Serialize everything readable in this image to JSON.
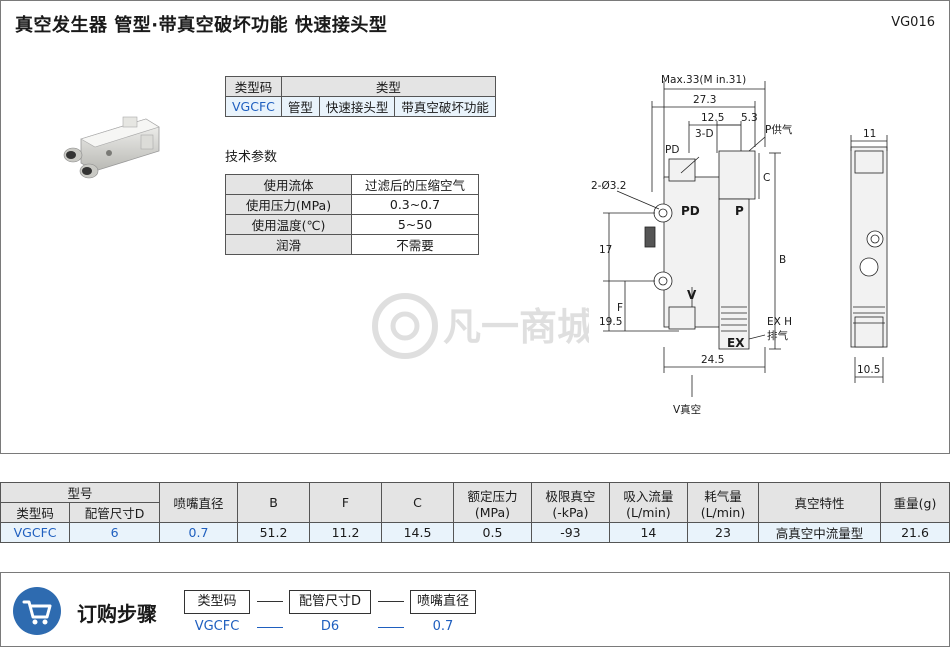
{
  "header": {
    "title": "真空发生器  管型·带真空破坏功能  快速接头型",
    "code": "VG016"
  },
  "type_table": {
    "col1": "类型码",
    "col2": "类型",
    "code": "VGCFC",
    "features": [
      "管型",
      "快速接头型",
      "带真空破坏功能"
    ]
  },
  "spec": {
    "heading": "技术参数",
    "rows": [
      {
        "label": "使用流体",
        "value": "过滤后的压缩空气"
      },
      {
        "label": "使用压力(MPa)",
        "value": "0.3~0.7"
      },
      {
        "label": "使用温度(℃)",
        "value": "5~50"
      },
      {
        "label": "润滑",
        "value": "不需要"
      }
    ]
  },
  "drawing": {
    "max_dim": "Max.33(M in.31)",
    "d27": "27.3",
    "d125": "12.5",
    "d53": "5.3",
    "d3d": "3-D",
    "p_supply": "P供气",
    "pd": "PD",
    "c": "C",
    "hole": "2-Ø3.2",
    "d17": "17",
    "b": "B",
    "f": "F",
    "d195": "19.5",
    "ex_h": "EX H",
    "ex_label": "排气",
    "d245": "24.5",
    "v_vac": "V真空",
    "d11": "11",
    "d105": "10.5",
    "mark_pd": "PD",
    "mark_p": "P",
    "mark_v": "V",
    "mark_ex": "EX"
  },
  "watermark": "凡一商城",
  "main_table": {
    "h_model": "型号",
    "h_type": "类型码",
    "h_pipe": "配管尺寸D",
    "h_nozzle": "喷嘴直径",
    "h_b": "B",
    "h_f": "F",
    "h_c": "C",
    "h_pressure_1": "额定压力",
    "h_pressure_2": "(MPa)",
    "h_vac_1": "极限真空",
    "h_vac_2": "(-kPa)",
    "h_suction_1": "吸入流量",
    "h_suction_2": "(L/min)",
    "h_air_1": "耗气量",
    "h_air_2": "(L/min)",
    "h_char": "真空特性",
    "h_weight": "重量(g)",
    "row": [
      "VGCFC",
      "6",
      "0.7",
      "51.2",
      "11.2",
      "14.5",
      "0.5",
      "-93",
      "14",
      "23",
      "高真空中流量型",
      "21.6"
    ]
  },
  "order": {
    "title": "订购步骤",
    "steps": [
      "类型码",
      "配管尺寸D",
      "喷嘴直径"
    ],
    "values": [
      "VGCFC",
      "D6",
      "0.7"
    ]
  },
  "colors": {
    "blue_text": "#1f5fbf",
    "header_gray": "#e4e4e4",
    "cell_blue": "#e9f3fb",
    "cart_blue": "#2e6bb0"
  }
}
